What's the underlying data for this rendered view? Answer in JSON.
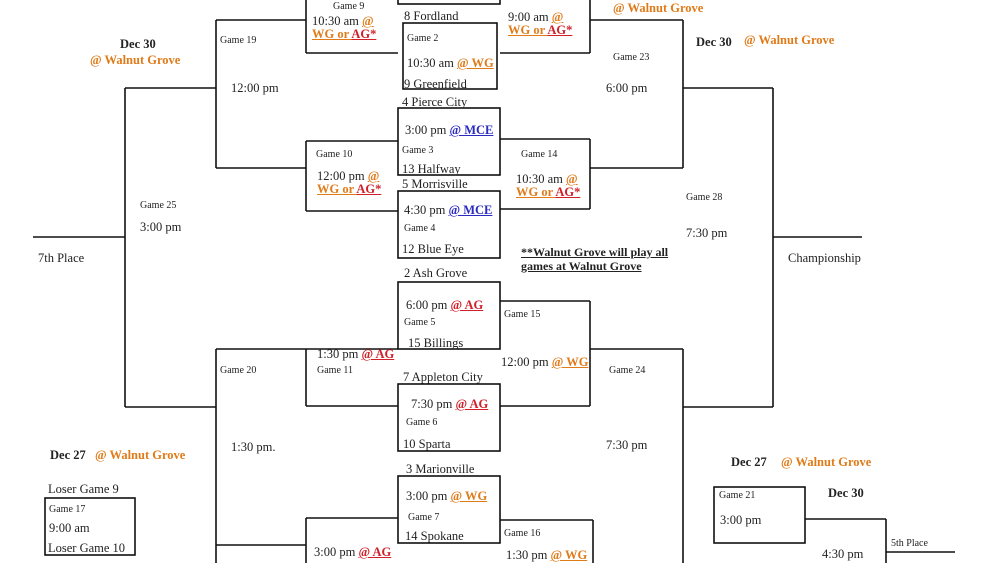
{
  "colors": {
    "walnut_grove": "#e07b1a",
    "ag": "#d0202a",
    "mce": "#2a2ac0"
  },
  "headers": {
    "left_top": {
      "date": "Dec 30",
      "venue": "@ Walnut Grove"
    },
    "right_top": {
      "date": "Dec 30",
      "venue": "@ Walnut Grove"
    },
    "top_faded": "@ Walnut Grove",
    "left_bottom": {
      "date": "Dec 27",
      "venue": "@ Walnut Grove"
    },
    "right_bottom": {
      "date": "Dec 27",
      "venue": "@ Walnut Grove"
    },
    "right_bottom_date2": "Dec 30"
  },
  "games": {
    "g9": {
      "label": "Game 9",
      "time": "10:30 am",
      "at": "@",
      "loc1": "WG or ",
      "loc2": "AG*"
    },
    "g13": {
      "time": "9:00 am",
      "at": "@",
      "loc1": "WG or ",
      "loc2": "AG*"
    },
    "g2": {
      "label": "Game 2",
      "time": "10:30 am",
      "loc": "@ WG",
      "team_top": "8 Fordland",
      "team_bottom": "9 Greenfield"
    },
    "g3": {
      "label": "Game 3",
      "time": "3:00 pm",
      "loc": "@ MCE",
      "team_top": "4 Pierce City",
      "team_bottom": "13 Halfway"
    },
    "g4": {
      "label": "Game 4",
      "time": "4:30 pm",
      "loc": "@ MCE",
      "team_top": "5 Morrisville",
      "team_bottom": "12 Blue Eye"
    },
    "g5": {
      "label": "Game 5",
      "time": "6:00 pm",
      "loc": "@ AG",
      "team_top": "2 Ash Grove",
      "team_bottom": "15 Billings"
    },
    "g6": {
      "label": "Game 6",
      "time": "7:30 pm",
      "loc": "@ AG",
      "team_top": "7 Appleton City",
      "team_bottom": "10 Sparta"
    },
    "g7": {
      "label": "Game 7",
      "time": "3:00 pm",
      "loc": "@ WG",
      "team_top": "3 Marionville",
      "team_bottom": "14 Spokane"
    },
    "g10": {
      "label": "Game 10",
      "time": "12:00 pm",
      "at": "@",
      "loc1": "WG or ",
      "loc2": "AG*"
    },
    "g14": {
      "label": "Game 14",
      "time": "10:30 am",
      "at": "@",
      "loc1": "WG or ",
      "loc2": "AG*"
    },
    "g11": {
      "label": "Game 11",
      "time": "1:30 pm",
      "loc": "@ AG"
    },
    "g15": {
      "label": "Game 15",
      "time": "12:00 pm",
      "loc": "@ WG"
    },
    "g12": {
      "time": "3:00 pm",
      "loc": "@ AG"
    },
    "g16": {
      "label": "Game 16",
      "time": "1:30 pm",
      "loc": "@ WG"
    },
    "g19": {
      "label": "Game 19",
      "time": "12:00 pm"
    },
    "g20": {
      "label": "Game 20",
      "time": "1:30 pm."
    },
    "g23": {
      "label": "Game  23",
      "time": "6:00  pm"
    },
    "g24": {
      "label": "Game 24",
      "time": "7:30  pm"
    },
    "g25": {
      "label": "Game 25",
      "time": "3:00 pm"
    },
    "g28": {
      "label": "Game 28",
      "time": "7:30 pm"
    },
    "g17": {
      "label": "Game 17",
      "time": "9:00 am",
      "above": "Loser Game 9",
      "below": "Loser Game 10"
    },
    "g21": {
      "label": "Game 21",
      "time": "3:00  pm"
    },
    "g_5th": {
      "time": "4:30 pm",
      "label": "5th Place"
    }
  },
  "places": {
    "seventh": "7th Place",
    "championship": "Championship"
  },
  "note": {
    "line1": "**Walnut Grove will play all",
    "line2": "games at Walnut Grove"
  }
}
